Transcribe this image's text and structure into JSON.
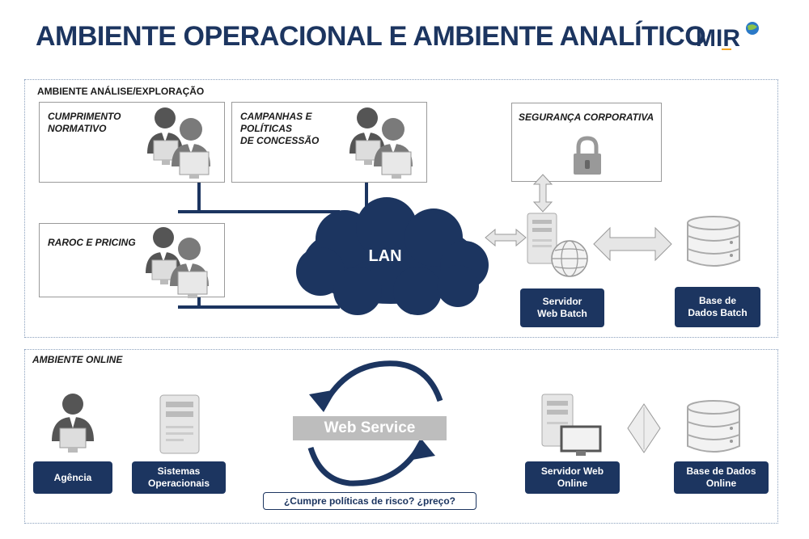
{
  "header": {
    "title": "AMBIENTE OPERACIONAL E AMBIENTE ANALÍTICO",
    "logo_text": "MIR"
  },
  "analysis_env": {
    "label": "AMBIENTE ANÁLISE/EXPLORAÇÃO",
    "groups": [
      {
        "label": "CUMPRIMENTO\nNORMATIVO",
        "icon": "users-at-computers-icon"
      },
      {
        "label": "CAMPANHAS E\nPOLÍTICAS\nDE CONCESSÃO",
        "icon": "users-at-computers-icon"
      },
      {
        "label": "RAROC E PRICING",
        "icon": "users-at-computers-icon"
      }
    ],
    "security": {
      "label": "SEGURANÇA CORPORATIVA",
      "icon": "padlock-icon"
    },
    "lan": {
      "label": "LAN",
      "icon": "cloud-icon"
    },
    "web_batch_server": {
      "label": "Servidor\nWeb Batch",
      "icon": "server-globe-icon"
    },
    "batch_db": {
      "label": "Base de\nDados Batch",
      "icon": "database-icon"
    }
  },
  "online_env": {
    "label": "AMBIENTE ONLINE",
    "agency": {
      "label": "Agência",
      "icon": "user-at-computer-icon"
    },
    "operational_systems": {
      "label": "Sistemas\nOperacionais",
      "icon": "server-icon"
    },
    "web_service": {
      "label": "Web Service",
      "icon": "cycle-arrows-icon"
    },
    "question": "¿Cumpre políticas de risco? ¿preço?",
    "web_online_server": {
      "label": "Servidor Web\nOnline",
      "icon": "server-monitor-icon"
    },
    "online_db": {
      "label": "Base de Dados\nOnline",
      "icon": "database-icon"
    }
  },
  "colors": {
    "navy": "#1c3560",
    "gray_icon": "#d9d9d9",
    "dark_person": "#5a5a5a"
  }
}
